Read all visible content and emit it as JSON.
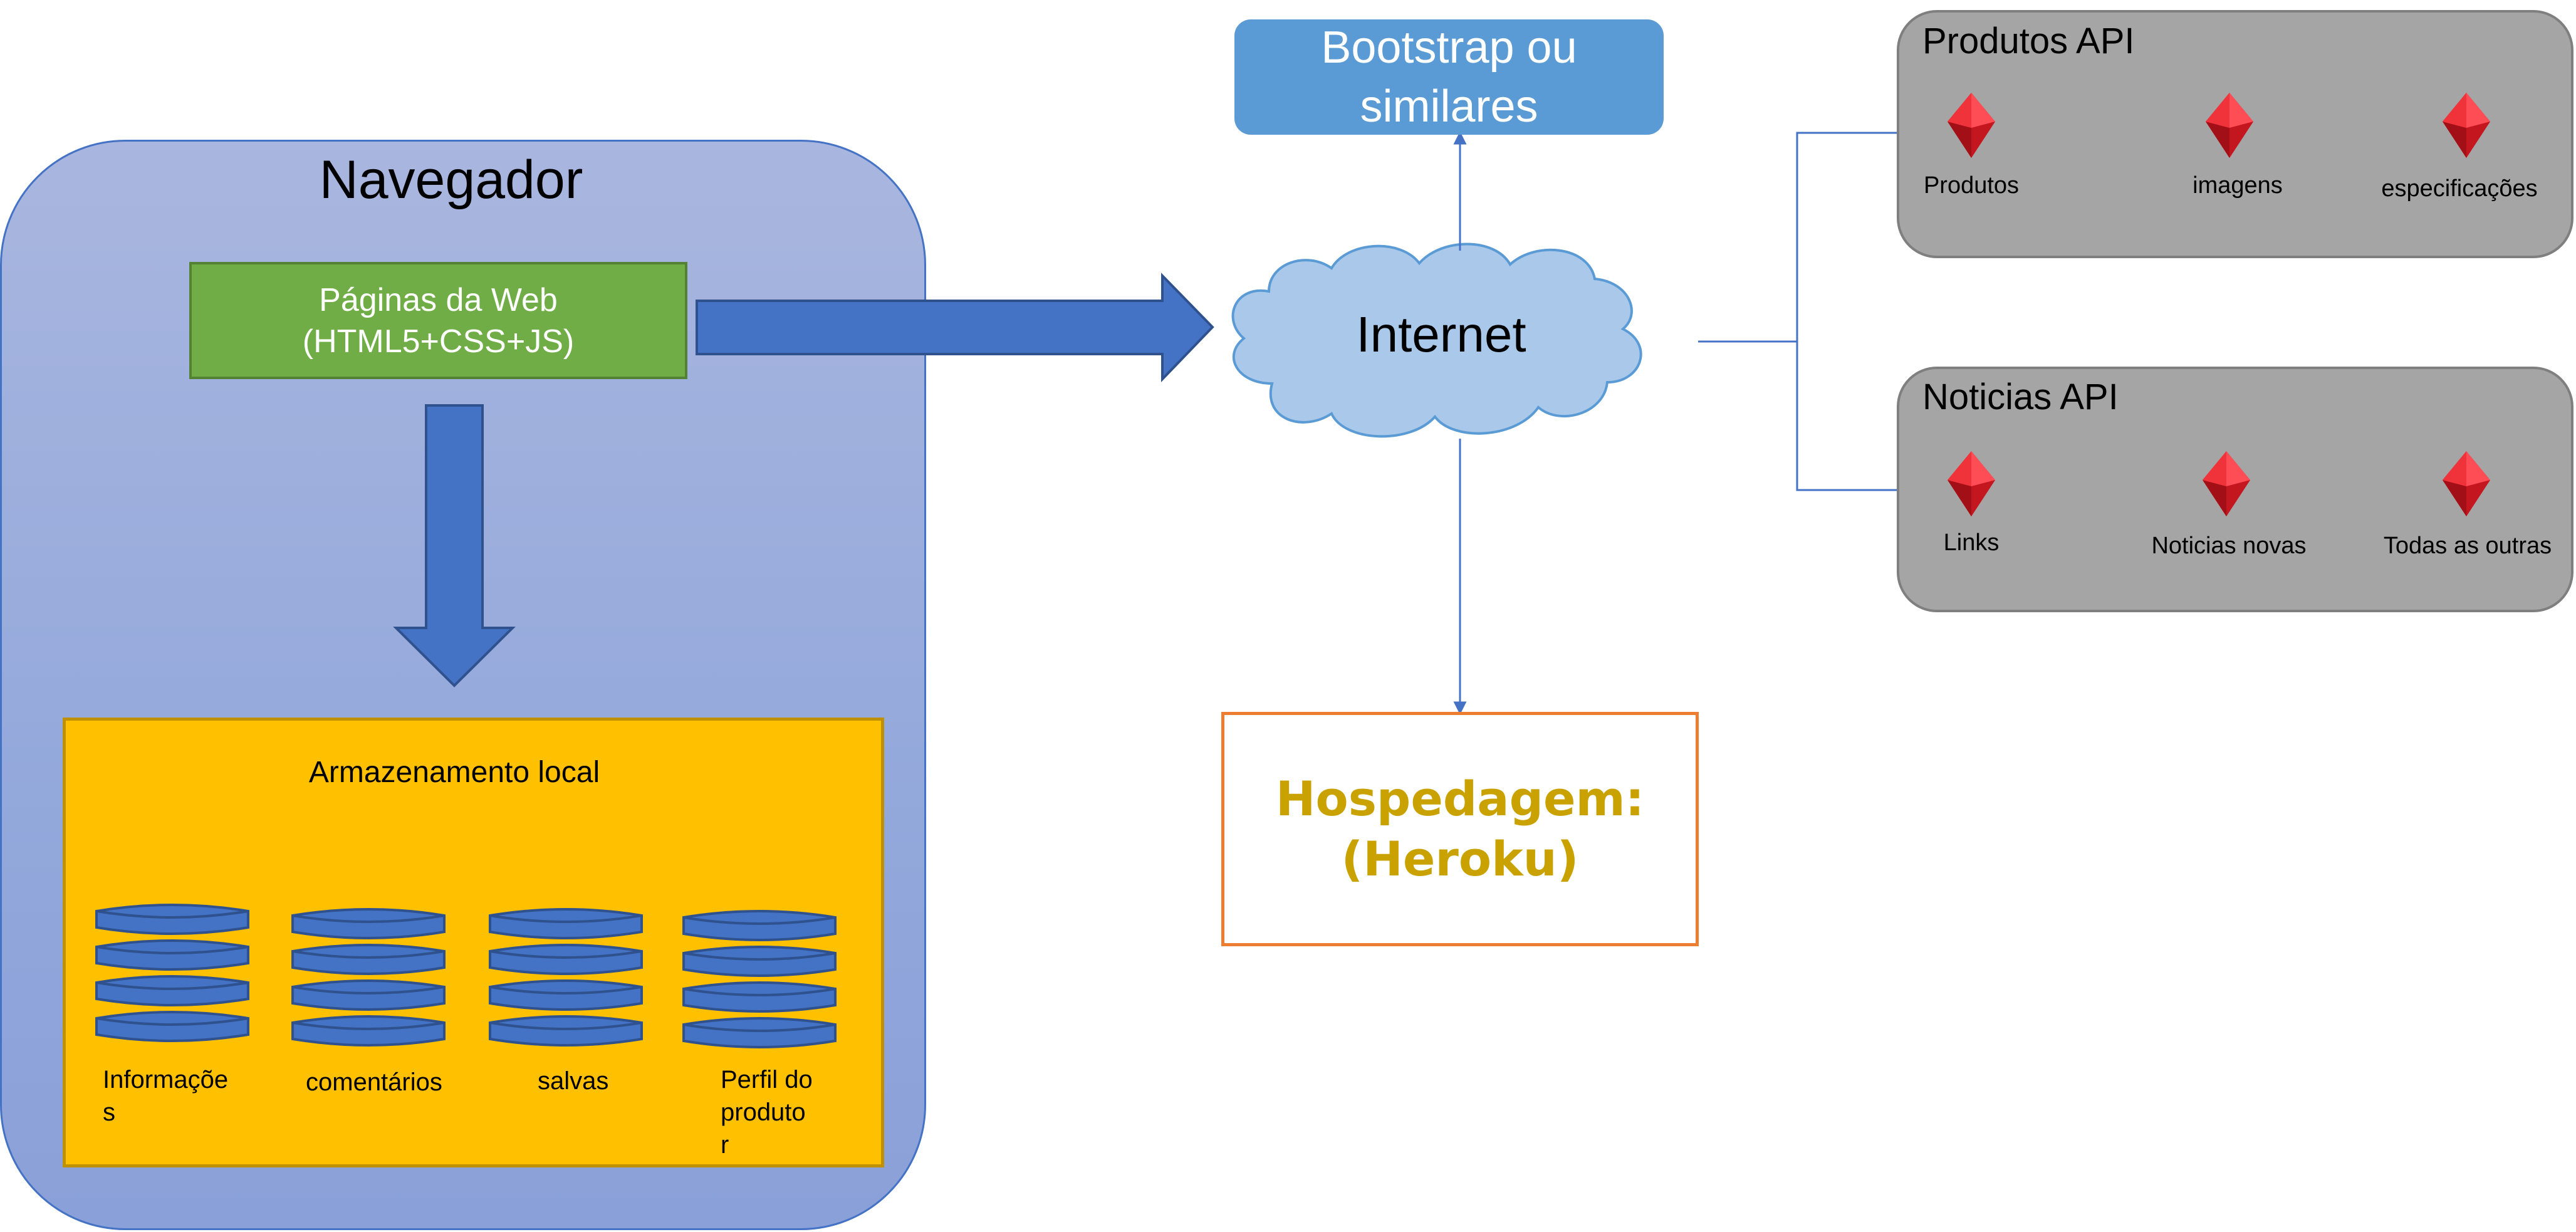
{
  "browser": {
    "title": "Navegador",
    "webpages": {
      "line1": "Páginas da Web",
      "line2": "(HTML5+CSS+JS)"
    },
    "storage": {
      "title": "Armazenamento local",
      "items": [
        {
          "label": "Informaçõe\ns"
        },
        {
          "label": "comentários"
        },
        {
          "label": "salvas"
        },
        {
          "label": "Perfil do\nproduto\nr"
        }
      ]
    }
  },
  "bootstrap": {
    "line1": "Bootstrap ou",
    "line2": "similares"
  },
  "internet": {
    "label": "Internet"
  },
  "hosting": {
    "line1": "Hospedagem:",
    "line2": "(Heroku)"
  },
  "apis": [
    {
      "title": "Produtos API",
      "items": [
        "Produtos",
        "imagens",
        "especificações"
      ]
    },
    {
      "title": "Noticias API",
      "items": [
        "Links",
        "Noticias novas",
        "Todas as outras"
      ]
    }
  ],
  "colors": {
    "browser_fill": "#a9b6df",
    "browser_border": "#4472c4",
    "arrow_fill": "#4472c4",
    "webpages_fill": "#70ad47",
    "storage_fill": "#ffc000",
    "bootstrap_fill": "#5b9bd5",
    "cloud_fill": "#a9c8ea",
    "hosting_border": "#ed7d31",
    "hosting_text": "#c9a200",
    "api_fill": "#a5a5a5",
    "gem": "#e8202a"
  }
}
